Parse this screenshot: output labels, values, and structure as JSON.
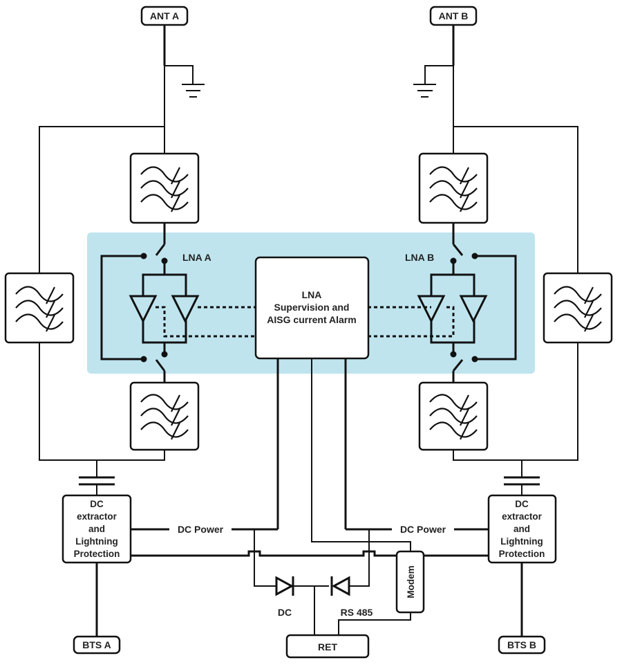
{
  "diagram": {
    "antenna_a": "ANT A",
    "antenna_b": "ANT B",
    "lna_a": "LNA A",
    "lna_b": "LNA B",
    "supervision": [
      "LNA",
      "Supervision and",
      "AISG current Alarm"
    ],
    "dc_extractor_left": [
      "DC",
      "extractor",
      "and",
      "Lightning",
      "Protection"
    ],
    "dc_extractor_right": [
      "DC",
      "extractor",
      "and",
      "Lightning",
      "Protection"
    ],
    "dc_power_left": "DC Power",
    "dc_power_right": "DC Power",
    "modem": "Modem",
    "dc": "DC",
    "rs485": "RS 485",
    "ret": "RET",
    "bts_a": "BTS A",
    "bts_b": "BTS B",
    "colors": {
      "lna_zone": "#bfe4ee",
      "line": "#111111",
      "box_fill": "#ffffff"
    }
  }
}
